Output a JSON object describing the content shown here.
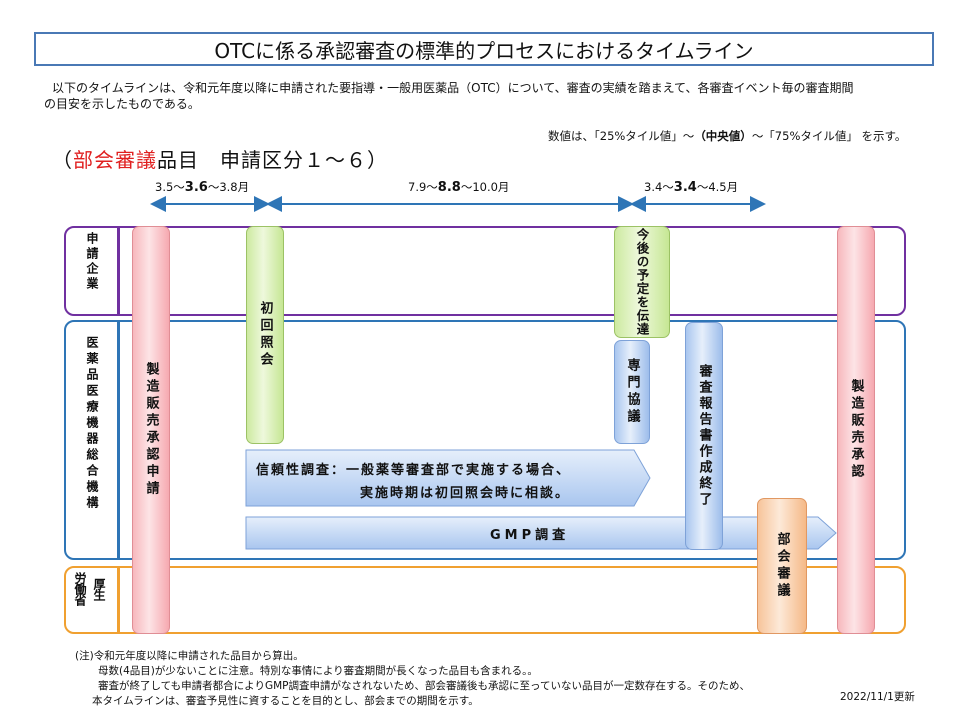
{
  "title": "OTCに係る承認審査の標準的プロセスにおけるタイムライン",
  "intro": {
    "line1": "以下のタイムラインは、令和元年度以降に申請された要指導・一般用医薬品（OTC）について、審査の実績を踏まえて、各審査イベント毎の審査期間",
    "line2": "の目安を示したものである。"
  },
  "note_right": {
    "prefix": "数値は、「25%タイル値」～",
    "bold": "（中央値）",
    "suffix": "～「75%タイル値」 を示す。"
  },
  "category": {
    "open": "（",
    "red": "部会審議",
    "rest": "品目　申請区分１～６）"
  },
  "durations": [
    {
      "pre": "3.5～",
      "median": "3.6",
      "post": "～3.8月"
    },
    {
      "pre": "7.9～",
      "median": "8.8",
      "post": "～10.0月"
    },
    {
      "pre": "3.4～",
      "median": "3.4",
      "post": "～4.5月"
    }
  ],
  "lanes": {
    "applicant": "申請企業",
    "pmda": "医薬品医療機器総合機構",
    "mhlw_main": "労働省",
    "mhlw_sub": "厚生"
  },
  "boxes": {
    "application": "製造販売承認申請",
    "first_inquiry": "初回照会",
    "future_plan": "今後の予定を伝達",
    "expert": "専門協議",
    "report": "審査報告書作成終了",
    "council": "部会審議",
    "approval": "製造販売承認"
  },
  "arrows": {
    "reliability_line1": "信頼性調査：一般薬等審査部で実施する場合、",
    "reliability_line2": "実施時期は初回照会時に相談。",
    "gmp": "GMP調査"
  },
  "footnotes": [
    "(注)令和元年度以降に申請された品目から算出。",
    "母数(4品目)が少ないことに注意。特別な事情により審査期間が長くなった品目も含まれる。。",
    "審査が終了しても申請者都合によりGMP調査申請がなされないため、部会審議後も承認に至っていない品目が一定数存在する。そのため、",
    "本タイムラインは、審査予見性に資することを目的とし、部会までの期間を示す。"
  ],
  "updated": "2022/11/1更新",
  "colors": {
    "applicant_lane": "#7030a0",
    "pmda_lane": "#2e75b6",
    "mhlw_lane": "#f0a030",
    "duration_arrow": "#2e75b6",
    "accent_red": "#e02020"
  }
}
